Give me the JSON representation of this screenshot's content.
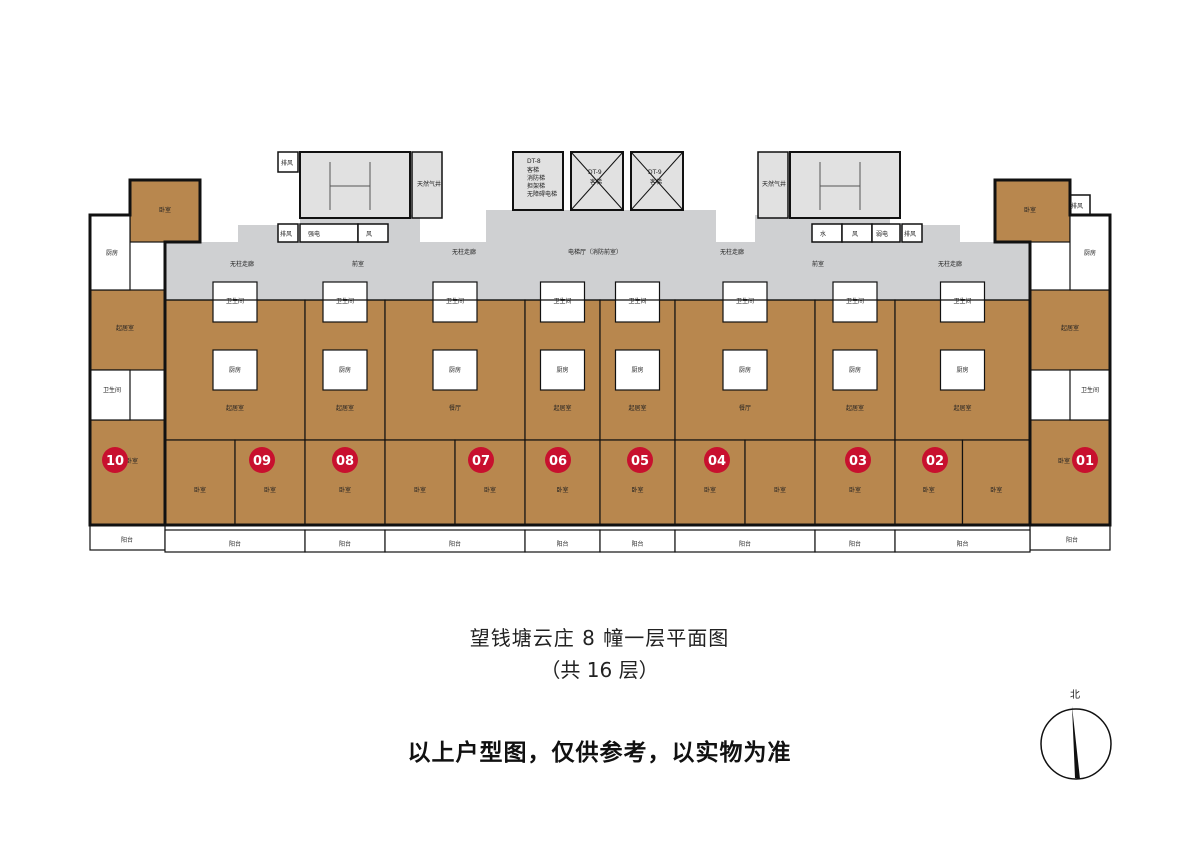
{
  "title": "望钱塘云庄 8 幢一层平面图",
  "subtitle": "（共 16 层）",
  "disclaimer": "以上户型图，仅供参考，以实物为准",
  "compass_label": "北",
  "colors": {
    "room": "#b8874e",
    "corridor": "#cfd0d2",
    "shaft": "#e1e1e1",
    "wall": "#111111",
    "badge": "#c8102e"
  },
  "units": [
    "10",
    "09",
    "08",
    "07",
    "06",
    "05",
    "04",
    "03",
    "02",
    "01"
  ],
  "labels": {
    "living": "起居室",
    "bedroom": "卧室",
    "bathroom": "卫生间",
    "kitchen": "厨房",
    "balcony": "阳台",
    "dining": "餐厅",
    "corridor": "无柱走廊",
    "anteroom": "前室",
    "lobby": "电梯厅（消防前室）",
    "exhaust": "排风",
    "power": "强电",
    "weak": "弱电",
    "water": "水",
    "air": "风",
    "natural_gas": "天然气井",
    "dt8": "DT-8",
    "dt9": "DT-9",
    "passenger": "客梯",
    "dt8_notes": [
      "客梯",
      "消防梯",
      "担架梯",
      "无障碍电梯"
    ]
  }
}
